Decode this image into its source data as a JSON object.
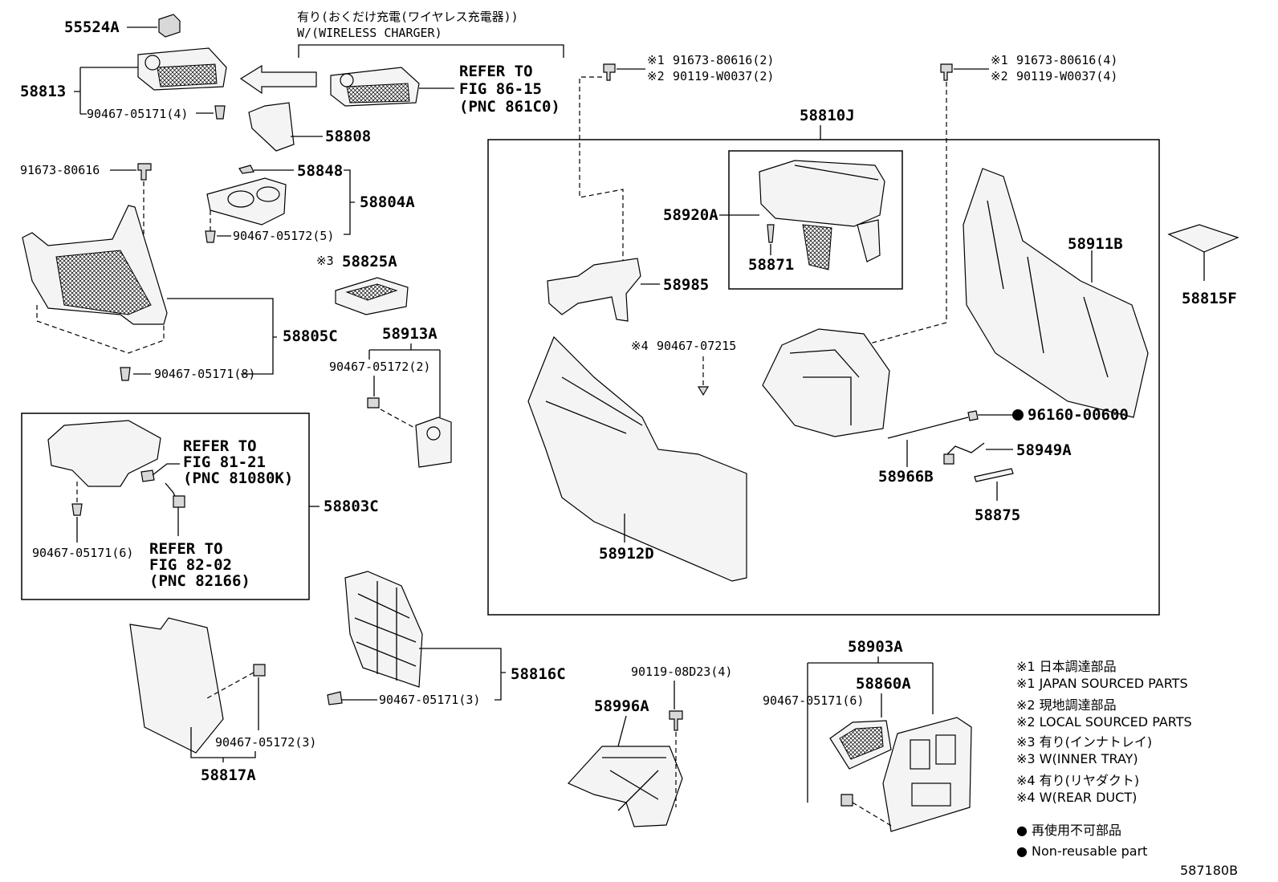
{
  "figure_code": "587180B",
  "header_note": {
    "jp": "有り(おくだけ充電(ワイヤレス充電器))",
    "en": "W/(WIRELESS CHARGER)"
  },
  "parts": {
    "p55524A": "55524A",
    "p58813": "58813",
    "p58808": "58808",
    "p58848": "58848",
    "p58804A": "58804A",
    "p58825A": "58825A",
    "p58825A_mark": "※3",
    "p58805C": "58805C",
    "p58913A": "58913A",
    "p58803C": "58803C",
    "p58816C": "58816C",
    "p58817A": "58817A",
    "p58996A": "58996A",
    "p58903A": "58903A",
    "p58860A": "58860A",
    "p58810J": "58810J",
    "p58920A": "58920A",
    "p58871": "58871",
    "p58985": "58985",
    "p58911B": "58911B",
    "p58912D": "58912D",
    "p58966B": "58966B",
    "p58949A": "58949A",
    "p58875": "58875",
    "p58815F": "58815F",
    "p96160": "96160-00600"
  },
  "fasteners": {
    "f1": "90467-05171(4)",
    "f2": "91673-80616",
    "f3": "90467-05172(5)",
    "f4": "90467-05171(8)",
    "f5": "90467-05172(2)",
    "f6": "90467-05171(6)",
    "f7": "90467-05171(3)",
    "f8": "90467-05172(3)",
    "f9": "90119-08D23(4)",
    "f10": "90467-05171(6)",
    "f11_mark": "※4",
    "f11": "90467-07215",
    "s1a_mark": "※1",
    "s1a": "91673-80616(2)",
    "s1b_mark": "※2",
    "s1b": "90119-W0037(2)",
    "s2a_mark": "※1",
    "s2a": "91673-80616(4)",
    "s2b_mark": "※2",
    "s2b": "90119-W0037(4)"
  },
  "refs": {
    "r1": [
      "REFER TO",
      "FIG 86-15",
      "(PNC 861C0)"
    ],
    "r2": [
      "REFER TO",
      "FIG 81-21",
      "(PNC 81080K)"
    ],
    "r3": [
      "REFER TO",
      "FIG 82-02",
      "(PNC 82166)"
    ]
  },
  "legend": [
    "※1 日本調達部品",
    "※1 JAPAN SOURCED PARTS",
    "※2 現地調達部品",
    "※2 LOCAL SOURCED PARTS",
    "※3 有り(インナトレイ)",
    "※3 W(INNER TRAY)",
    "※4 有り(リヤダクト)",
    "※4 W(REAR DUCT)",
    "● 再使用不可部品",
    "● Non-reusable part"
  ]
}
